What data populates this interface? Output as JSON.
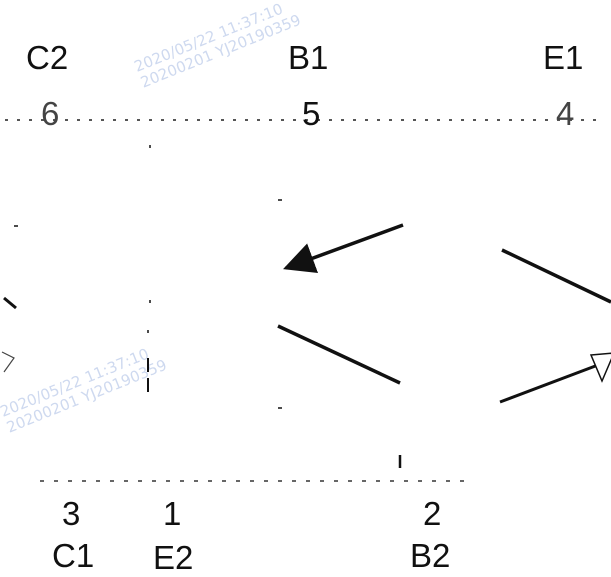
{
  "colors": {
    "ink": "#111111",
    "watermark": "#c9d5ee",
    "background": "#ffffff"
  },
  "top_labels": {
    "c2": "C2",
    "b1": "B1",
    "e1": "E1"
  },
  "top_numbers": {
    "c2": "6",
    "b1": "5",
    "e1": "4"
  },
  "bottom_numbers": {
    "c1": "3",
    "e2": "1",
    "b2": "2"
  },
  "bottom_labels": {
    "c1": "C1",
    "e2": "E2",
    "b2": "B2"
  },
  "watermarks": {
    "line1": "2020/05/22 11:37:10",
    "line2": "20200201 YJ20190359"
  }
}
